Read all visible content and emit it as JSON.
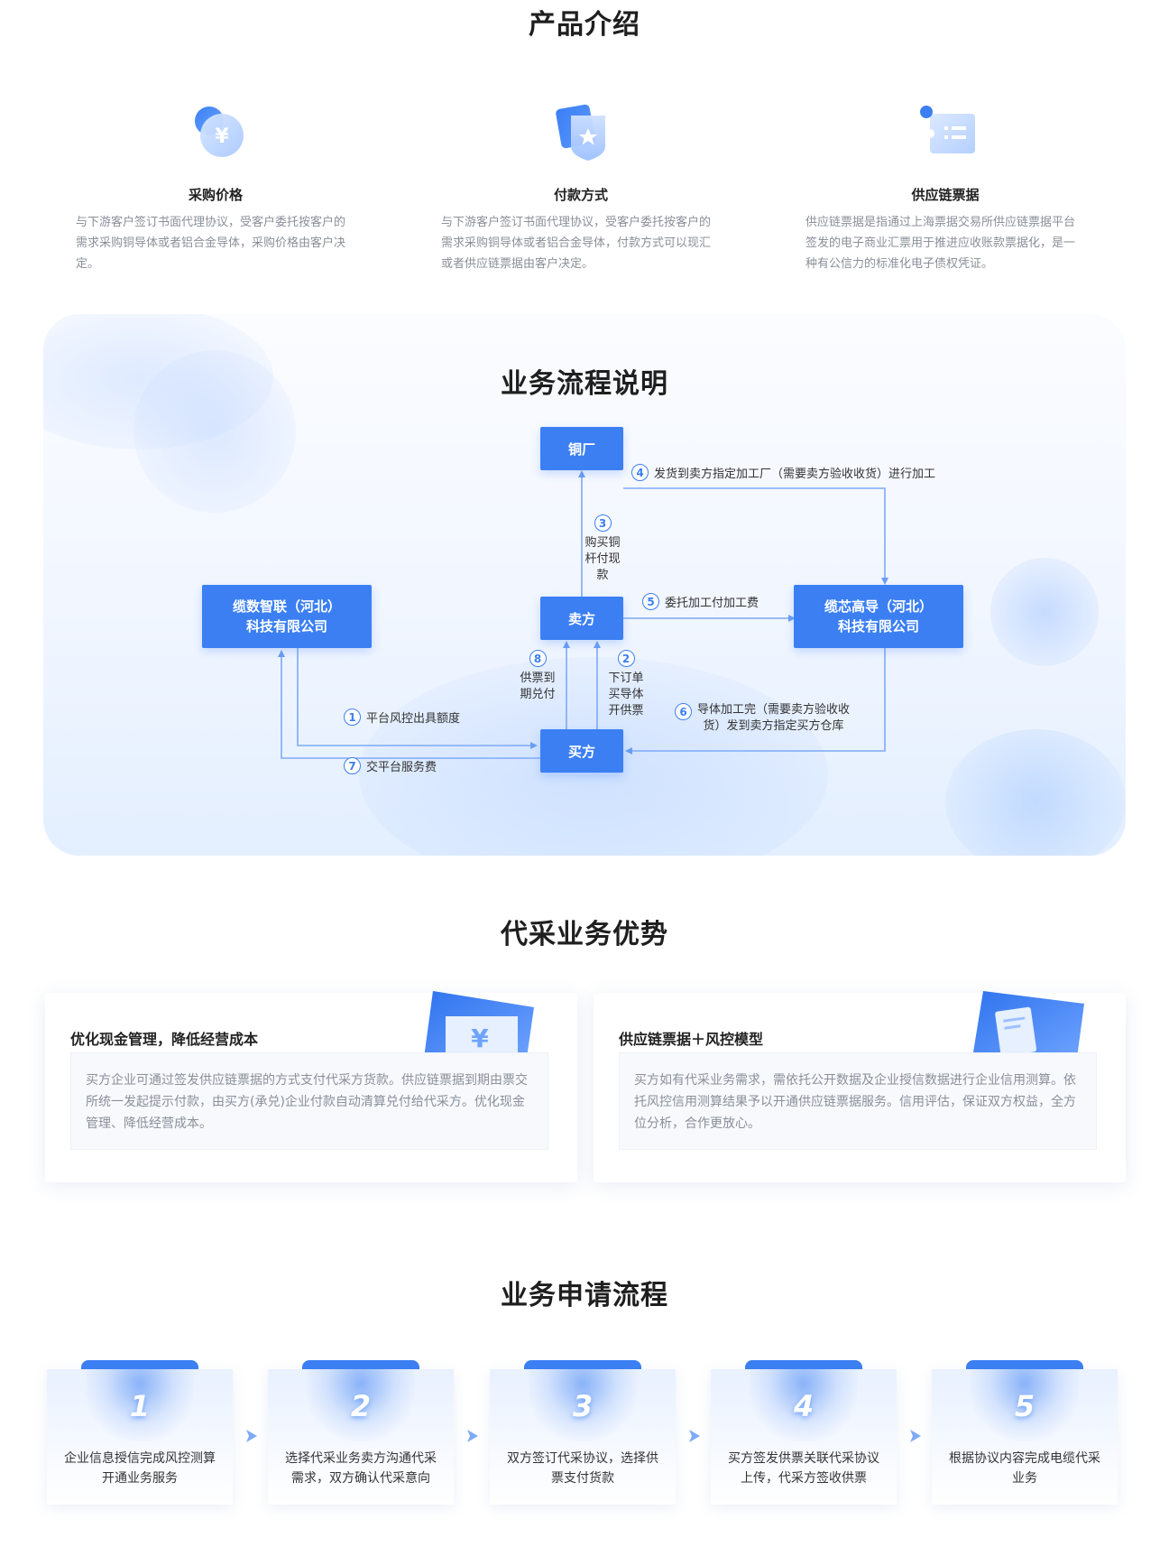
{
  "intro": {
    "heading": "产品介绍",
    "items": [
      {
        "icon": "yuan-coin-icon",
        "title": "采购价格",
        "desc": "与下游客户签订书面代理协议，受客户委托按客户的需求采购铜导体或者铝合金导体，采购价格由客户决定。"
      },
      {
        "icon": "payment-card-star-icon",
        "title": "付款方式",
        "desc": "与下游客户签订书面代理协议，受客户委托按客户的需求采购铜导体或者铝合金导体，付款方式可以现汇或者供应链票据由客户决定。"
      },
      {
        "icon": "ticket-list-icon",
        "title": "供应链票据",
        "desc": "供应链票据是指通过上海票据交易所供应链票据平台签发的电子商业汇票用于推进应收账款票据化，是一种有公信力的标准化电子债权凭证。"
      }
    ]
  },
  "flow": {
    "heading": "业务流程说明",
    "nodes": {
      "copper_factory": "铜厂",
      "seller": "卖方",
      "buyer": "买方",
      "platform_line1": "缆数智联（河北）",
      "platform_line2": "科技有限公司",
      "processor_line1": "缆芯高导（河北）",
      "processor_line2": "科技有限公司"
    },
    "steps": {
      "s1": {
        "num": "1",
        "text": "平台风控出具额度"
      },
      "s2": {
        "num": "2",
        "line1": "下订单",
        "line2": "买导体",
        "line3": "开供票"
      },
      "s3": {
        "num": "3",
        "line1": "购买铜",
        "line2": "杆付现",
        "line3": "款"
      },
      "s4": {
        "num": "4",
        "text": "发货到卖方指定加工厂（需要卖方验收收货）进行加工"
      },
      "s5": {
        "num": "5",
        "text": "委托加工付加工费"
      },
      "s6": {
        "num": "6",
        "line1": "导体加工完（需要卖方验收收",
        "line2": "货）发到卖方指定买方仓库"
      },
      "s7": {
        "num": "7",
        "text": "交平台服务费"
      },
      "s8": {
        "num": "8",
        "line1": "供票到",
        "line2": "期兑付"
      }
    }
  },
  "advantages": {
    "heading": "代采业务优势",
    "cards": [
      {
        "title": "优化现金管理，降低经营成本",
        "desc": "买方企业可通过签发供应链票据的方式支付代采方货款。供应链票据到期由票交所统一发起提示付款，由买方(承兑)企业付款自动清算兑付给代采方。优化现金管理、降低经营成本。",
        "icon": "yuan-ticket-icon"
      },
      {
        "title": "供应链票据＋风控模型",
        "desc": "买方如有代采业务需求，需依托公开数据及企业授信数据进行企业信用测算。依托风控信用测算结果予以开通供应链票据服务。信用评估，保证双方权益，全方位分析，合作更放心。",
        "icon": "document-card-icon"
      }
    ]
  },
  "apply": {
    "heading": "业务申请流程",
    "steps": [
      {
        "num": "1",
        "text": "企业信息授信完成风控测算开通业务服务"
      },
      {
        "num": "2",
        "text": "选择代采业务卖方沟通代采需求，双方确认代采意向"
      },
      {
        "num": "3",
        "text": "双方签订代采协议，选择供票支付货款"
      },
      {
        "num": "4",
        "text": "买方签发供票关联代采协议上传，代采方签收供票"
      },
      {
        "num": "5",
        "text": "根据协议内容完成电缆代采业务"
      }
    ]
  },
  "colors": {
    "accent": "#3b7ff3",
    "text_muted": "#8a8f99"
  }
}
